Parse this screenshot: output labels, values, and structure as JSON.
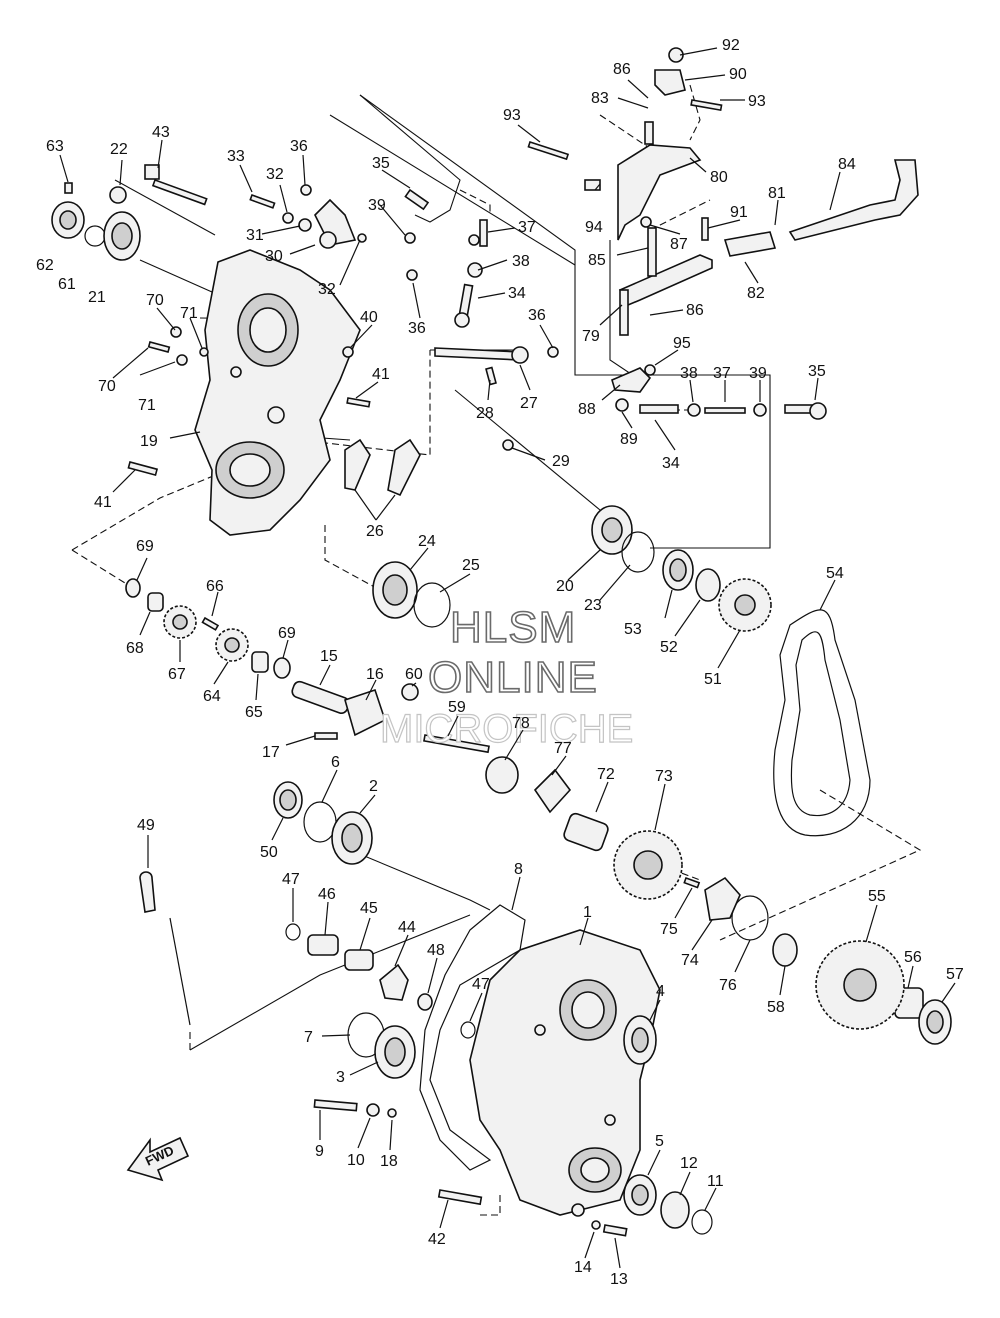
{
  "callouts": [
    "1",
    "2",
    "3",
    "4",
    "5",
    "6",
    "7",
    "8",
    "9",
    "10",
    "11",
    "12",
    "13",
    "14",
    "15",
    "16",
    "17",
    "18",
    "19",
    "20",
    "21",
    "22",
    "23",
    "24",
    "25",
    "26",
    "27",
    "28",
    "29",
    "30",
    "31",
    "32",
    "32",
    "33",
    "34",
    "34",
    "35",
    "35",
    "36",
    "36",
    "36",
    "37",
    "37",
    "38",
    "38",
    "39",
    "39",
    "40",
    "41",
    "41",
    "42",
    "43",
    "44",
    "45",
    "46",
    "47",
    "47",
    "48",
    "49",
    "50",
    "51",
    "52",
    "53",
    "54",
    "55",
    "56",
    "57",
    "58",
    "59",
    "60",
    "61",
    "62",
    "63",
    "64",
    "65",
    "66",
    "67",
    "68",
    "69",
    "69",
    "70",
    "70",
    "71",
    "71",
    "72",
    "73",
    "74",
    "75",
    "76",
    "77",
    "78",
    "79",
    "80",
    "81",
    "82",
    "83",
    "84",
    "85",
    "86",
    "86",
    "87",
    "88",
    "89",
    "90",
    "91",
    "92",
    "93",
    "93",
    "94",
    "95"
  ],
  "watermark": {
    "line1": "HLSM",
    "line2": "ONLINE",
    "line3": "MICROFICHE"
  },
  "direction_arrow": {
    "label": "FWD",
    "icon": "fwd-arrow-icon"
  },
  "colors": {
    "ink": "#111111",
    "background": "#ffffff",
    "watermark_outline": "#6a6a6a"
  }
}
